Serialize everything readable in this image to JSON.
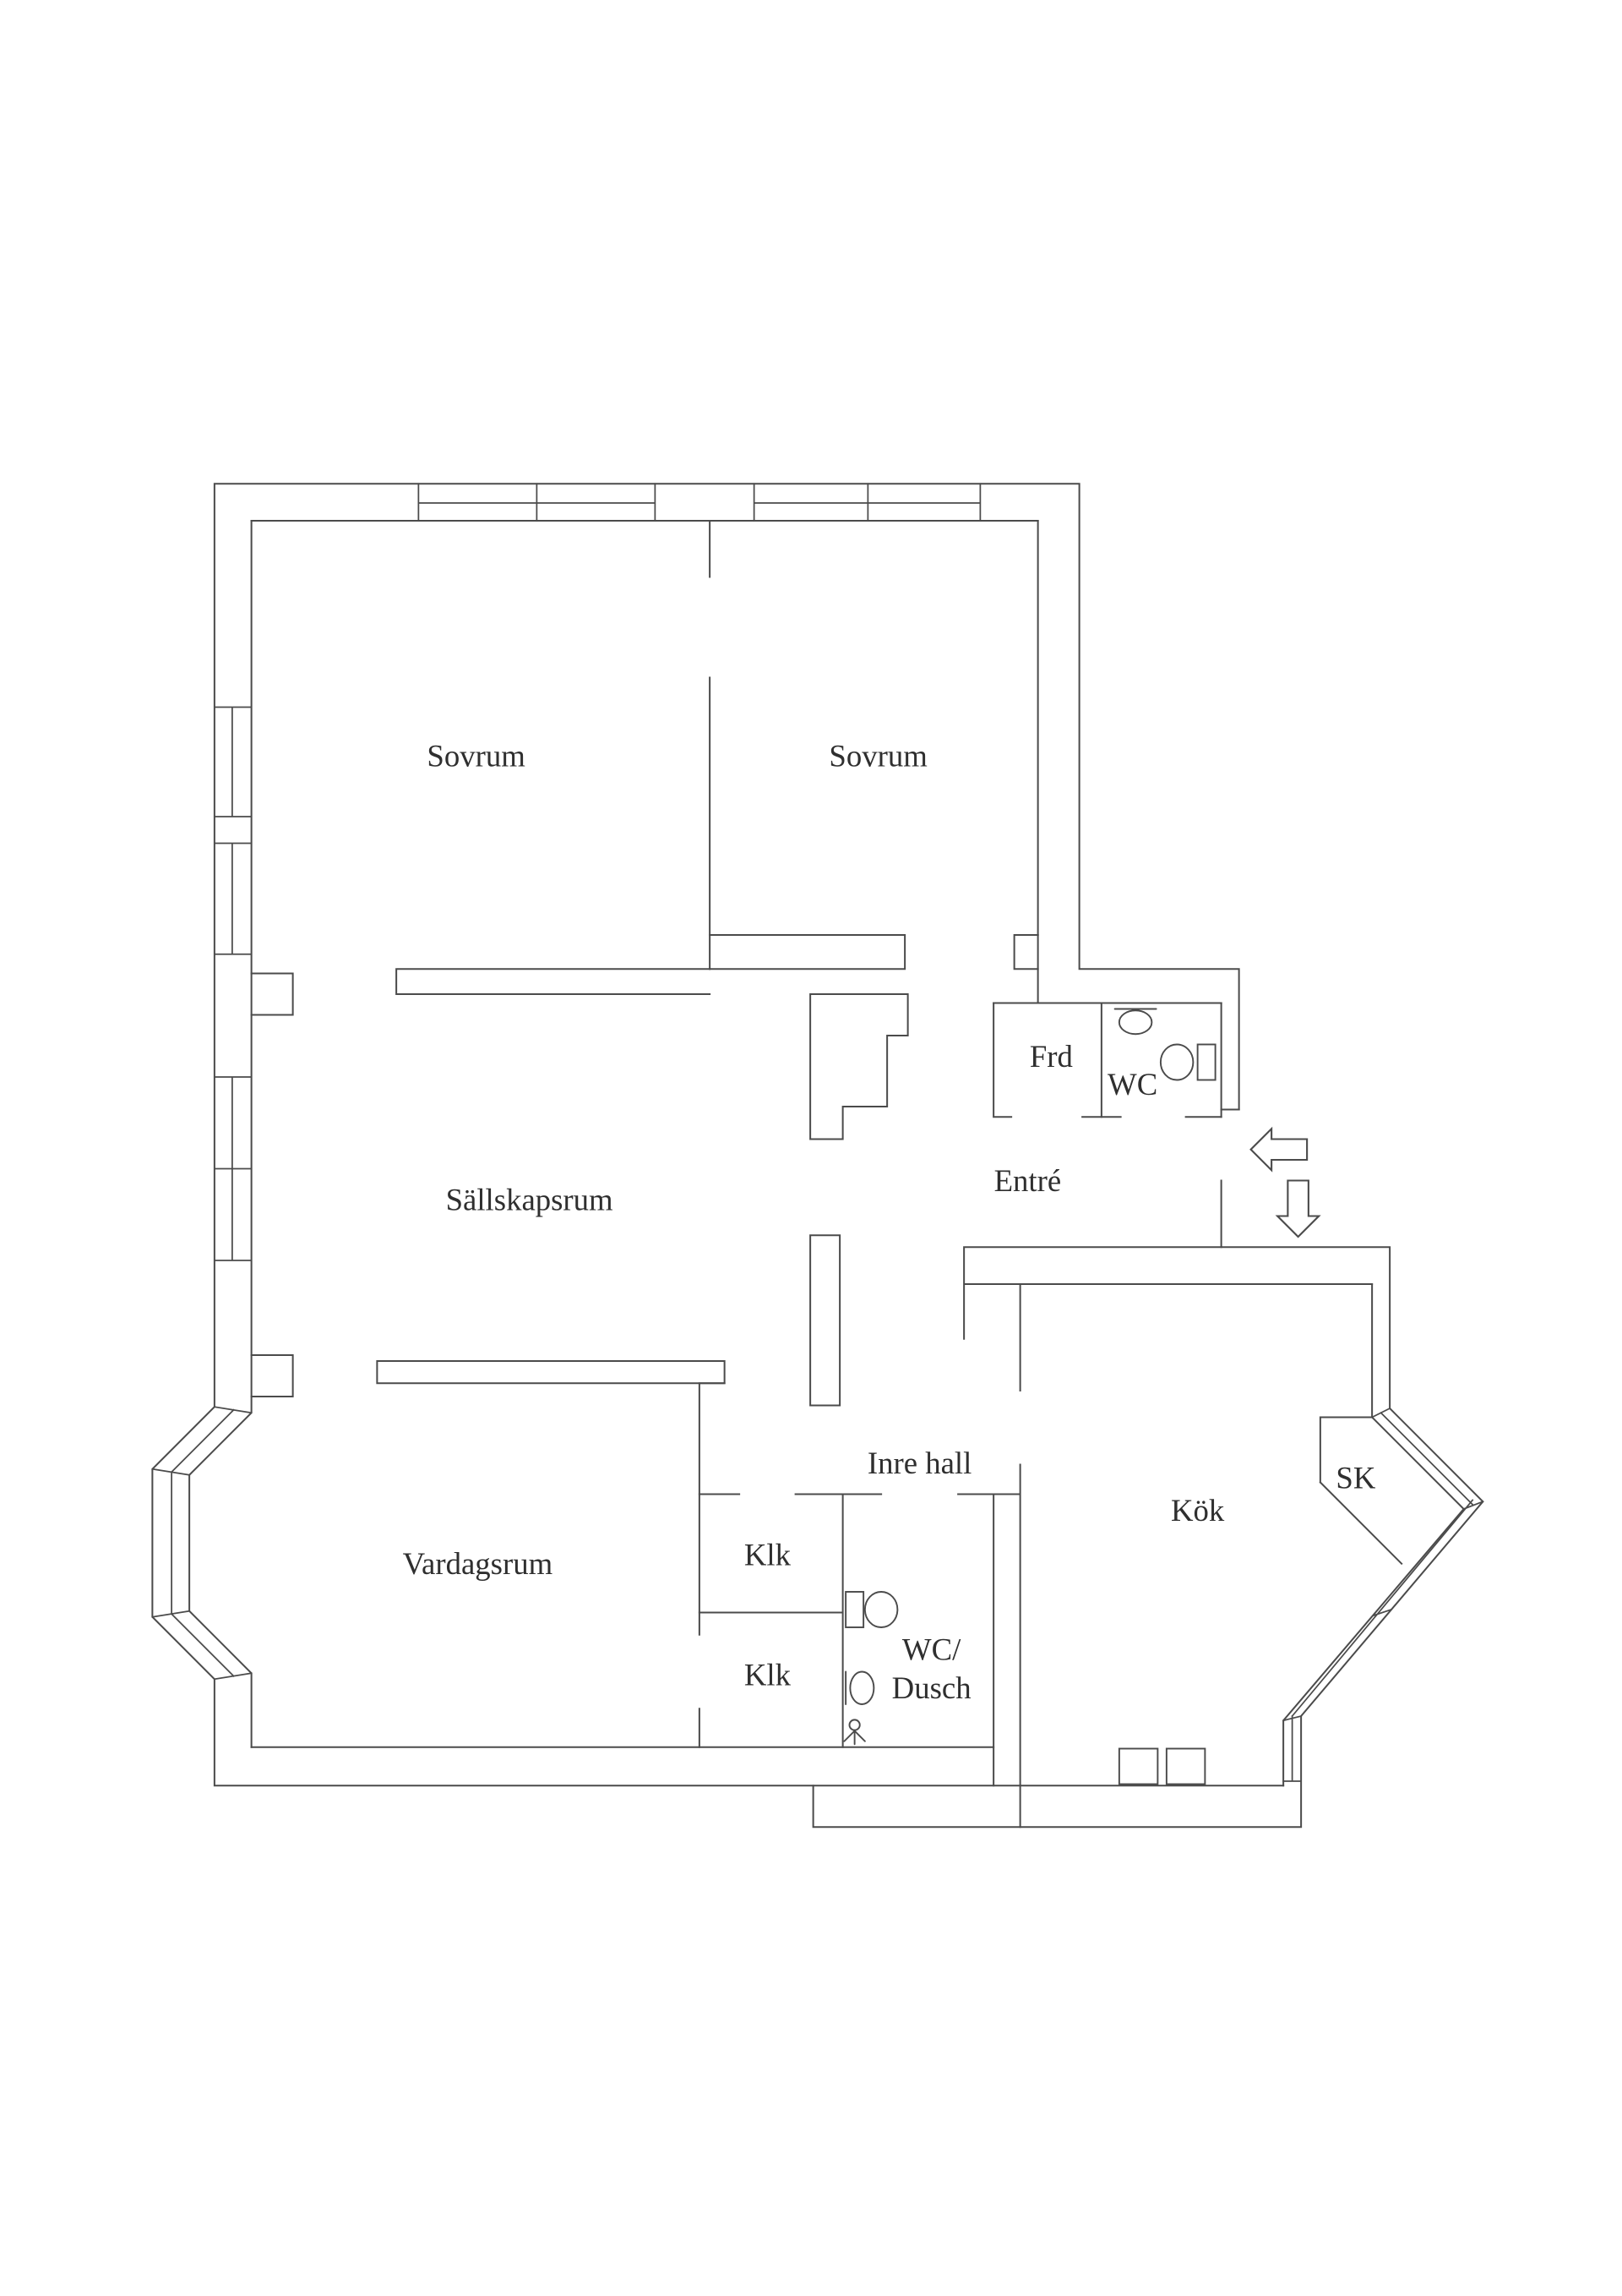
{
  "page": {
    "background_color": "#ffffff",
    "line_color": "#4b4b4b",
    "text_color": "#2f2f2f"
  },
  "floor_plan": {
    "labels": {
      "sovrum_1": "Sovrum",
      "sovrum_2": "Sovrum",
      "frd": "Frd",
      "wc": "WC",
      "entre": "Entré",
      "sallskapsrum": "Sällskapsrum",
      "inre_hall": "Inre hall",
      "kok": "Kök",
      "sk": "SK",
      "vardagsrum": "Vardagsrum",
      "klk_1": "Klk",
      "klk_2": "Klk",
      "wc_dusch_1": "WC/",
      "wc_dusch_2": "Dusch"
    },
    "icons": {
      "toilet_1": "toilet-icon",
      "toilet_2": "toilet-icon",
      "sink_1": "sink-icon",
      "sink_2": "sink-icon",
      "shower": "shower-icon",
      "entry_arrow_left": "entry-arrow-left-icon",
      "entry_arrow_down": "entry-arrow-down-icon"
    }
  }
}
